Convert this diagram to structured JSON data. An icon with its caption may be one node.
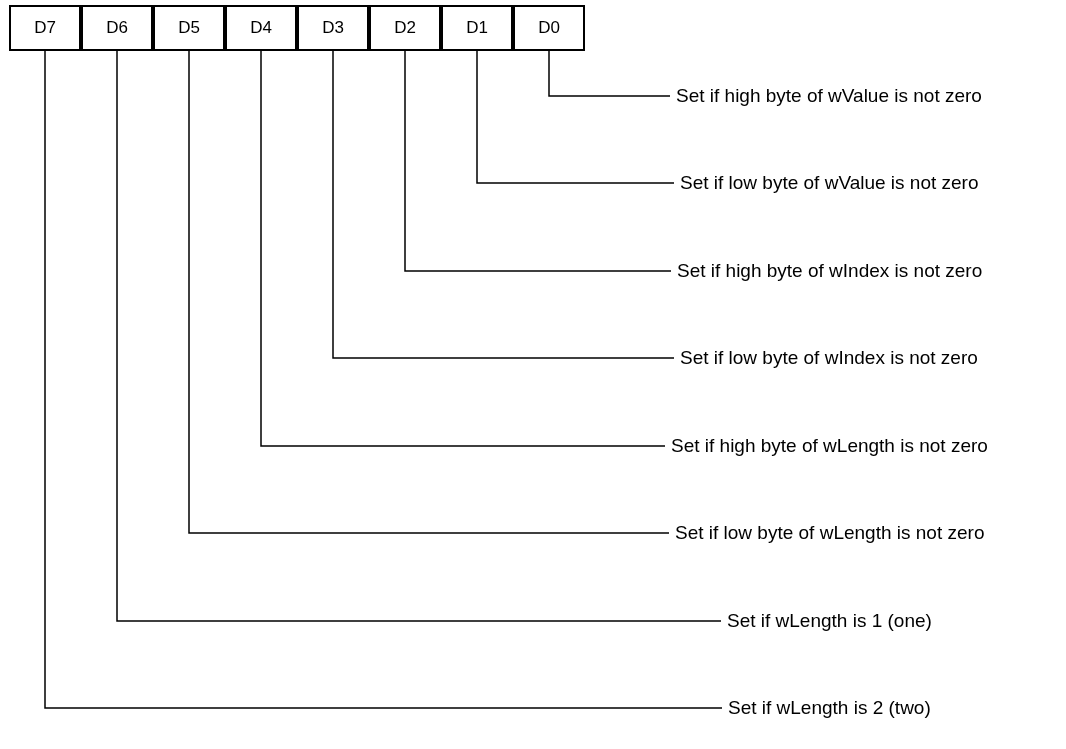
{
  "diagram": {
    "nodes": [
      {
        "text": [
          "D7"
        ]
      },
      {
        "text": [
          "D6"
        ]
      },
      {
        "text": [
          "D5"
        ]
      },
      {
        "text": [
          "D4"
        ]
      },
      {
        "text": [
          "D3"
        ]
      },
      {
        "text": [
          "D2"
        ]
      },
      {
        "text": [
          "D1"
        ]
      },
      {
        "text": [
          "D0"
        ]
      },
      {
        "text": [
          "Set if high byte of wValue is not zero"
        ]
      },
      {
        "text": [
          "Set if low byte of wValue is not zero"
        ]
      },
      {
        "text": [
          "Set if high byte of wIndex is not zero"
        ]
      },
      {
        "text": [
          "Set if low byte of wIndex is not zero"
        ]
      },
      {
        "text": [
          "Set if high byte of wLength is not zero"
        ]
      },
      {
        "text": [
          "Set if low byte of wLength is not zero"
        ]
      },
      {
        "text": [
          "Set if wLength is 1 (one)"
        ]
      },
      {
        "text": [
          "Set if wLength is 2 (two)"
        ]
      }
    ],
    "edges": [
      {
        "from": 7,
        "to": 8,
        "arrow": "none"
      },
      {
        "from": 6,
        "to": 9,
        "arrow": "none"
      },
      {
        "from": 5,
        "to": 10,
        "arrow": "none"
      },
      {
        "from": 4,
        "to": 11,
        "arrow": "none"
      },
      {
        "from": 3,
        "to": 12,
        "arrow": "none"
      },
      {
        "from": 2,
        "to": 13,
        "arrow": "none"
      },
      {
        "from": 1,
        "to": 14,
        "arrow": "none"
      },
      {
        "from": 0,
        "to": 15,
        "arrow": "none"
      }
    ]
  }
}
